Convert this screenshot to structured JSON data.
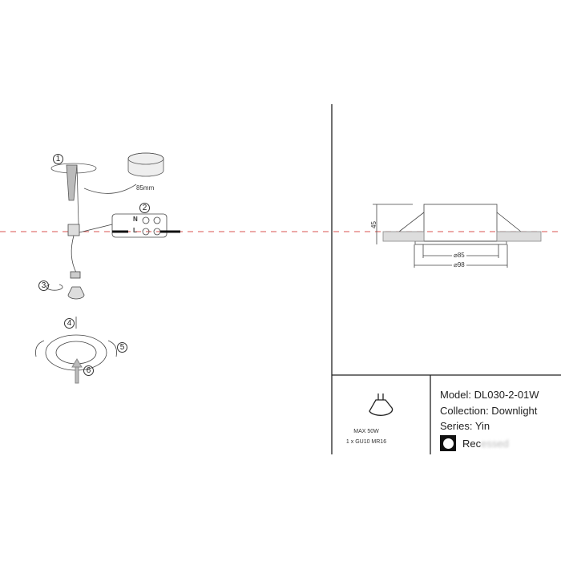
{
  "steps": [
    "1",
    "2",
    "3",
    "4",
    "5",
    "6"
  ],
  "hole_size": "85mm",
  "terminal_labels": {
    "neutral": "N",
    "live": "L"
  },
  "dimensions": {
    "height": "45",
    "cutout": "⌀85",
    "outer": "⌀98"
  },
  "lamp": {
    "icon": "gu10-bulb-icon",
    "max_power": "MAX 50W",
    "bulb_spec": "1 x GU10 MR16"
  },
  "product": {
    "model": "Model: DL030-2-01W",
    "collection": "Collection: Downlight",
    "series": "Series: Yin",
    "shape_prefix": "Rec",
    "shape_blurred": "essed"
  },
  "colors": {
    "guide_line": "#d9534f",
    "lines": "#222222"
  }
}
